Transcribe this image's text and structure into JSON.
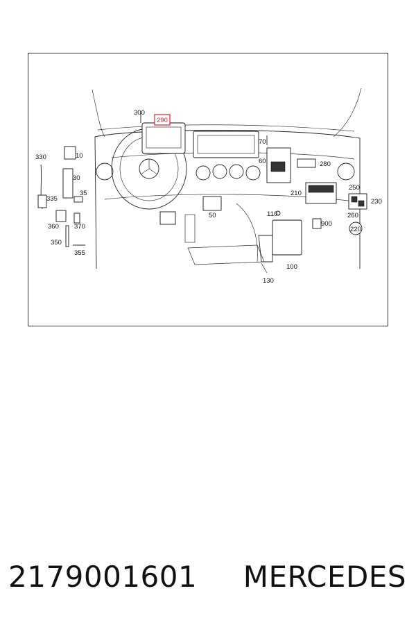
{
  "diagram": {
    "callouts": {
      "c10": "10",
      "c30": "30",
      "c35": "35",
      "c50": "50",
      "c60": "60",
      "c70": "70",
      "c100": "100",
      "c110": "110",
      "c130": "130",
      "c210": "210",
      "c220": "220",
      "c230": "230",
      "c250": "250",
      "c260": "260",
      "c280": "280",
      "c290": "290",
      "c300": "300",
      "c330": "330",
      "c335": "335",
      "c350": "350",
      "c355": "355",
      "c360": "360",
      "c370": "370",
      "c900": "900"
    },
    "highlighted_callout": "290",
    "highlight_color": "#d0202a"
  },
  "footer": {
    "part_number": "2179001601",
    "brand": "MERCEDES"
  }
}
